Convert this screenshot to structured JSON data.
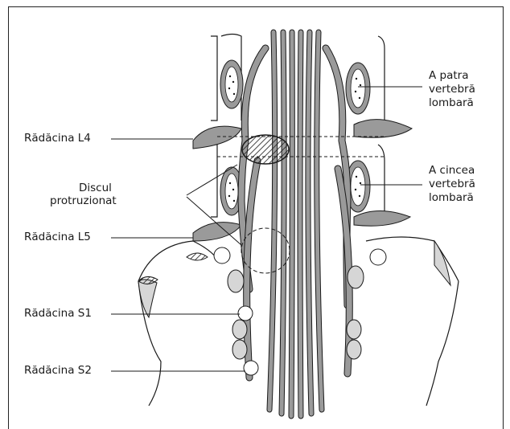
{
  "labels": {
    "root_l4": "Rădăcina L4",
    "disc": [
      "Discul",
      "protruzionat"
    ],
    "root_l5": "Rădăcina L5",
    "root_s1": "Rădăcina S1",
    "root_s2": "Rădăcina S2",
    "vertebra4": [
      "A patra",
      "vertebră",
      "lombară"
    ],
    "vertebra5": [
      "A cincea",
      "vertebră",
      "lombară"
    ]
  },
  "colors": {
    "line": "#1a1a1a",
    "gray": "#9a9a9a",
    "light_gray": "#d6d6d6",
    "background": "#ffffff"
  }
}
